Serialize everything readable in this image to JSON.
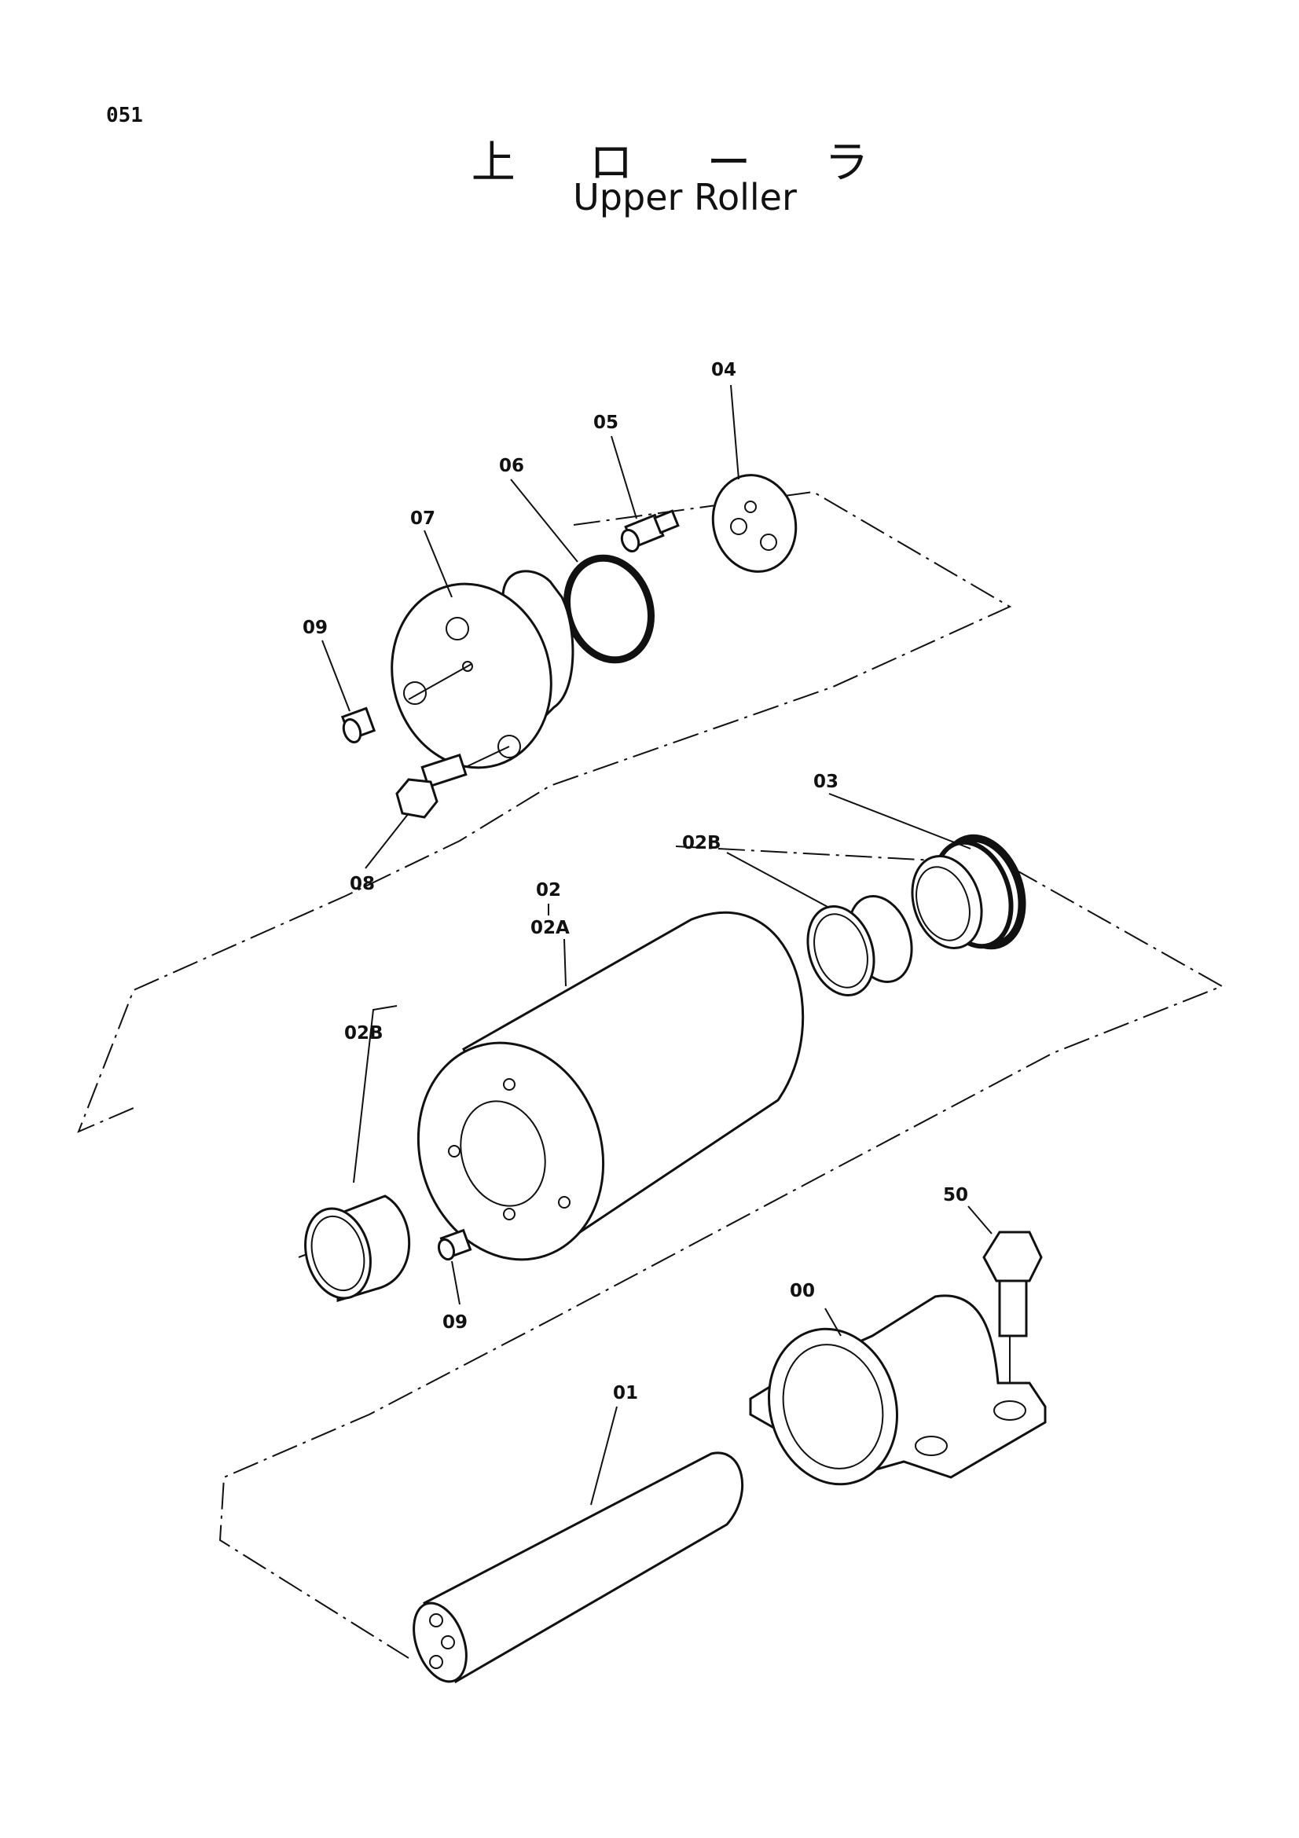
{
  "page": {
    "number": "051"
  },
  "title": {
    "japanese": "上 ロ ー ラ",
    "english": "Upper Roller"
  },
  "callouts": {
    "p04": "04",
    "p05": "05",
    "p06": "06",
    "p07": "07",
    "p09a": "09",
    "p08": "08",
    "p03": "03",
    "p02": "02",
    "p02a": "02A",
    "p02b_top": "02B",
    "p02b_left": "02B",
    "p09b": "09",
    "p50": "50",
    "p00": "00",
    "p01": "01"
  }
}
